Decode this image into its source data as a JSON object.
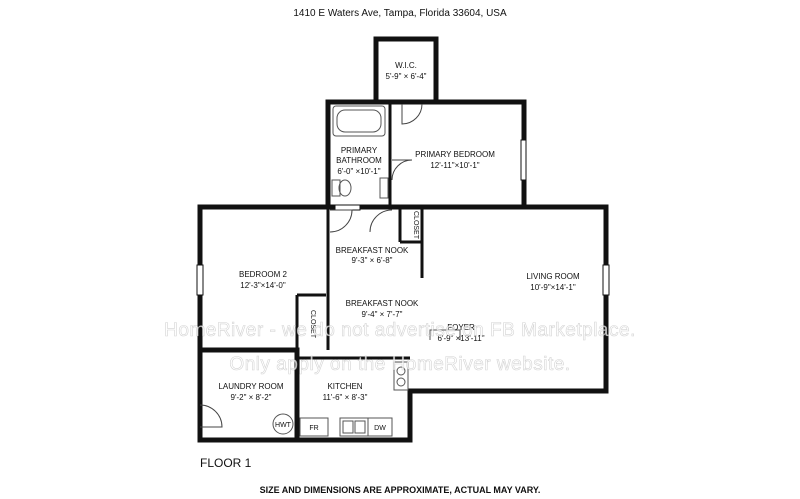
{
  "header": {
    "address": "1410 E Waters Ave, Tampa, Florida 33604, USA"
  },
  "rooms": {
    "wic": {
      "name": "W.I.C.",
      "dims": "5'-9\" × 6'-4\""
    },
    "primary_bathroom": {
      "name_line1": "PRIMARY",
      "name_line2": "BATHROOM",
      "dims": "6'-0\" ×10'-1\""
    },
    "primary_bedroom": {
      "name": "PRIMARY BEDROOM",
      "dims": "12'-11\"×10'-1\""
    },
    "closet_upper": {
      "name": "CLOSET"
    },
    "breakfast_nook_upper": {
      "name": "BREAKFAST NOOK",
      "dims": "9'-3\" × 6'-8\""
    },
    "bedroom2": {
      "name": "BEDROOM 2",
      "dims": "12'-3\"×14'-0\""
    },
    "living_room": {
      "name": "LIVING ROOM",
      "dims": "10'-9\"×14'-1\""
    },
    "breakfast_nook_lower": {
      "name": "BREAKFAST NOOK",
      "dims": "9'-4\" × 7'-7\""
    },
    "closet_lower": {
      "name": "CLOSET"
    },
    "foyer": {
      "name": "FOYER",
      "dims": "6'-9\" ×13'-11\""
    },
    "laundry_room": {
      "name": "LAUNDRY ROOM",
      "dims": "9'-2\" × 8'-2\""
    },
    "kitchen": {
      "name": "KITCHEN",
      "dims": "11'-6\" × 8'-3\""
    }
  },
  "fixtures": {
    "hwt": "HWT",
    "fr": "FR",
    "dw": "DW"
  },
  "floor_label": "FLOOR 1",
  "watermark": {
    "line1": "HomeRiver - we do not advertise on FB Marketplace.",
    "line2": "Only apply on the HomeRiver website."
  },
  "footer": {
    "disclaimer": "SIZE AND DIMENSIONS ARE APPROXIMATE, ACTUAL MAY VARY."
  }
}
